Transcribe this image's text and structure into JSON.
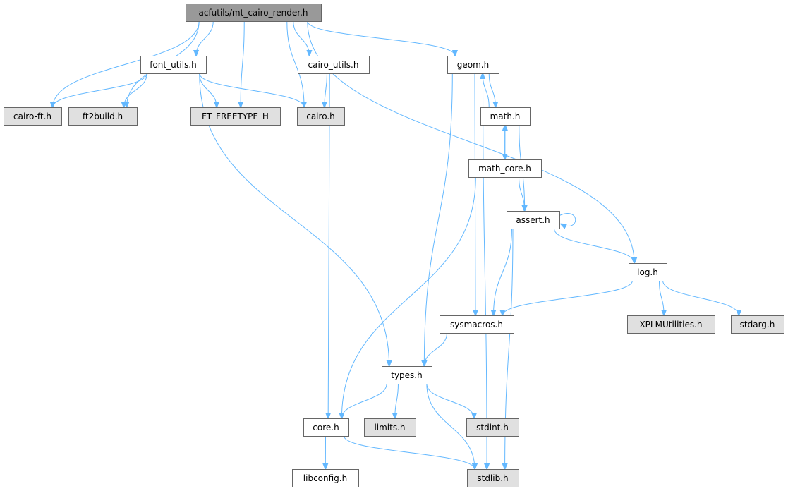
{
  "graph": {
    "colors": {
      "root_fill": "#999999",
      "documented_fill": "#ffffff",
      "external_fill": "#e0e0e0",
      "edge": "#63b8ff",
      "border": "#666666"
    },
    "nodes": [
      {
        "id": "root",
        "label": "acfutils/mt_cairo_render.h",
        "kind": "root"
      },
      {
        "id": "cairo_ft",
        "label": "cairo-ft.h",
        "kind": "external"
      },
      {
        "id": "ft2build",
        "label": "ft2build.h",
        "kind": "external"
      },
      {
        "id": "font_utils",
        "label": "font_utils.h",
        "kind": "documented"
      },
      {
        "id": "ft_freetype",
        "label": "FT_FREETYPE_H",
        "kind": "external"
      },
      {
        "id": "cairo",
        "label": "cairo.h",
        "kind": "external"
      },
      {
        "id": "cairo_utils",
        "label": "cairo_utils.h",
        "kind": "documented"
      },
      {
        "id": "geom",
        "label": "geom.h",
        "kind": "documented"
      },
      {
        "id": "math",
        "label": "math.h",
        "kind": "documented"
      },
      {
        "id": "math_core",
        "label": "math_core.h",
        "kind": "documented"
      },
      {
        "id": "assert",
        "label": "assert.h",
        "kind": "documented"
      },
      {
        "id": "log",
        "label": "log.h",
        "kind": "documented"
      },
      {
        "id": "xplm",
        "label": "XPLMUtilities.h",
        "kind": "external"
      },
      {
        "id": "stdarg",
        "label": "stdarg.h",
        "kind": "external"
      },
      {
        "id": "sysmacros",
        "label": "sysmacros.h",
        "kind": "documented"
      },
      {
        "id": "types",
        "label": "types.h",
        "kind": "documented"
      },
      {
        "id": "core",
        "label": "core.h",
        "kind": "documented"
      },
      {
        "id": "limits",
        "label": "limits.h",
        "kind": "external"
      },
      {
        "id": "stdint",
        "label": "stdint.h",
        "kind": "external"
      },
      {
        "id": "libconfig",
        "label": "libconfig.h",
        "kind": "documented"
      },
      {
        "id": "stdlib",
        "label": "stdlib.h",
        "kind": "external"
      }
    ],
    "edges": [
      [
        "root",
        "cairo_ft"
      ],
      [
        "root",
        "ft2build"
      ],
      [
        "root",
        "font_utils"
      ],
      [
        "root",
        "ft_freetype"
      ],
      [
        "root",
        "cairo"
      ],
      [
        "root",
        "cairo_utils"
      ],
      [
        "root",
        "geom"
      ],
      [
        "root",
        "log"
      ],
      [
        "font_utils",
        "cairo_ft"
      ],
      [
        "font_utils",
        "ft2build"
      ],
      [
        "font_utils",
        "ft_freetype"
      ],
      [
        "font_utils",
        "cairo"
      ],
      [
        "font_utils",
        "types"
      ],
      [
        "cairo_utils",
        "cairo"
      ],
      [
        "cairo_utils",
        "core"
      ],
      [
        "geom",
        "math"
      ],
      [
        "geom",
        "sysmacros"
      ],
      [
        "geom",
        "types"
      ],
      [
        "geom",
        "stdlib"
      ],
      [
        "math",
        "geom"
      ],
      [
        "math",
        "math_core"
      ],
      [
        "math",
        "assert"
      ],
      [
        "math_core",
        "math"
      ],
      [
        "math_core",
        "assert"
      ],
      [
        "math_core",
        "core"
      ],
      [
        "assert",
        "assert"
      ],
      [
        "assert",
        "log"
      ],
      [
        "assert",
        "sysmacros"
      ],
      [
        "assert",
        "stdlib"
      ],
      [
        "log",
        "sysmacros"
      ],
      [
        "log",
        "xplm"
      ],
      [
        "log",
        "stdarg"
      ],
      [
        "sysmacros",
        "types"
      ],
      [
        "types",
        "core"
      ],
      [
        "types",
        "limits"
      ],
      [
        "types",
        "stdint"
      ],
      [
        "types",
        "stdlib"
      ],
      [
        "core",
        "libconfig"
      ],
      [
        "core",
        "stdlib"
      ]
    ]
  }
}
